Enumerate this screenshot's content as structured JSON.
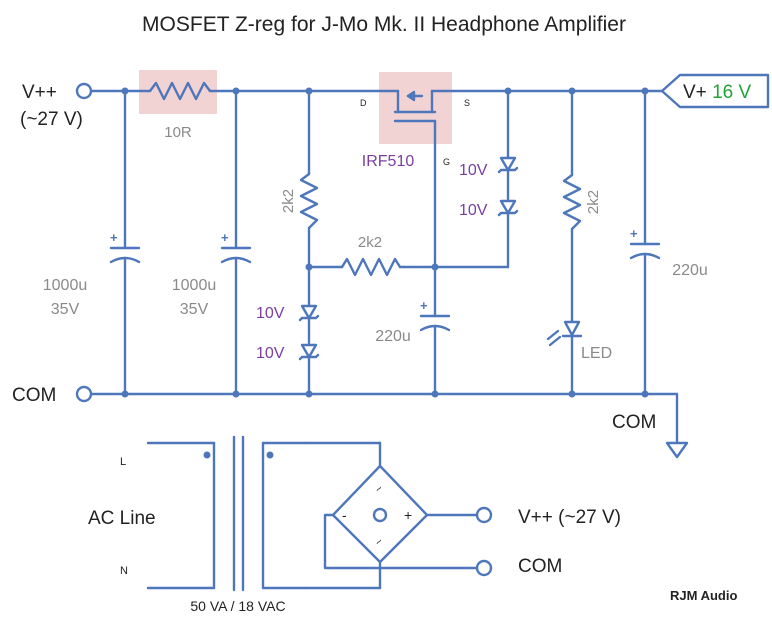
{
  "title": "MOSFET Z-reg for J-Mo Mk. II Headphone Amplifier",
  "input": {
    "rail": "V++",
    "voltage_note": "(~27 V)",
    "com": "COM"
  },
  "output": {
    "rail": "V+",
    "voltage": "16 V",
    "com": "COM",
    "voltage_color": "#22a33a"
  },
  "resistor_series": "10R",
  "caps": {
    "c1_value": "1000u",
    "c1_voltage": "35V",
    "c2_value": "1000u",
    "c2_voltage": "35V",
    "c_gate": "220u",
    "c_out": "220u"
  },
  "mosfet": {
    "part": "IRF510",
    "drain": "D",
    "source": "S",
    "gate": "G"
  },
  "resistors": {
    "r_bias": "2k2",
    "r_gate": "2k2",
    "r_led": "2k2"
  },
  "zeners": {
    "z1": "10V",
    "z2": "10V",
    "z3": "10V",
    "z4": "10V"
  },
  "led_label": "LED",
  "psu": {
    "line_l": "L",
    "line_n": "N",
    "ac_line": "AC Line",
    "transformer": "50 VA / 18 VAC",
    "bridge_minus": "-",
    "bridge_ac_top": "~",
    "bridge_ac_bottom": "~",
    "out_vpp": "V++ (~27 V)",
    "out_com": "COM"
  },
  "brand": "RJM Audio",
  "colors": {
    "wire": "#4e77bb",
    "zener_label": "#7b3fa0",
    "value_label": "#8a8a8a",
    "highlight": "#f2d3d3"
  }
}
